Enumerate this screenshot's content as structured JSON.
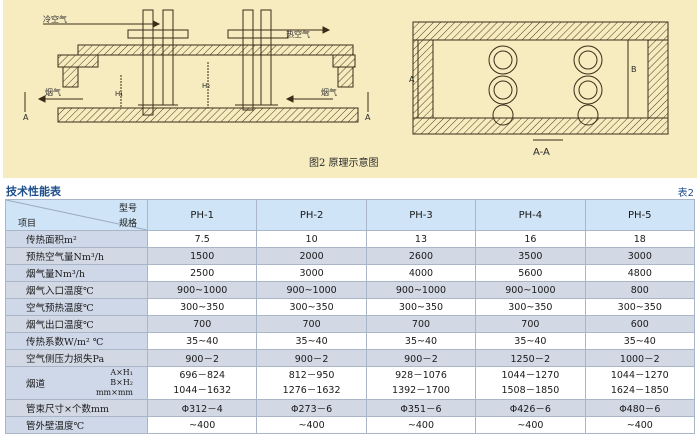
{
  "diagram": {
    "left_labels": {
      "cold_air": "冷空气",
      "hot_air": "热空气",
      "flue_gas_left": "烟气",
      "flue_gas_right": "烟气",
      "mark_a_left": "A",
      "mark_a_right": "A",
      "dim_h1": "H₁",
      "dim_h2": "H₂"
    },
    "right_labels": {
      "dim_a": "A",
      "dim_b": "B",
      "section": "A-A"
    },
    "caption": "图2 原理示意图"
  },
  "section_title": "技术性能表",
  "table_ref": "表2",
  "table": {
    "corner_model": "型号",
    "corner_spec": "规格",
    "corner_item": "项目",
    "models": [
      "PH-1",
      "PH-2",
      "PH-3",
      "PH-4",
      "PH-5"
    ],
    "rows": [
      {
        "label": "传热面积m²",
        "values": [
          "7.5",
          "10",
          "13",
          "16",
          "18"
        ]
      },
      {
        "label": "预热空气量Nm³/h",
        "values": [
          "1500",
          "2000",
          "2600",
          "3500",
          "3000"
        ]
      },
      {
        "label": "烟气量Nm³/h",
        "values": [
          "2500",
          "3000",
          "4000",
          "5600",
          "4800"
        ]
      },
      {
        "label": "烟气入口温度℃",
        "values": [
          "900~1000",
          "900~1000",
          "900~1000",
          "900~1000",
          "800"
        ]
      },
      {
        "label": "空气预热温度℃",
        "values": [
          "300~350",
          "300~350",
          "300~350",
          "300~350",
          "300~350"
        ]
      },
      {
        "label": "烟气出口温度℃",
        "values": [
          "700",
          "700",
          "700",
          "700",
          "600"
        ]
      },
      {
        "label": "传热系数W/m² ℃",
        "values": [
          "35~40",
          "35~40",
          "35~40",
          "35~40",
          "35~40"
        ]
      },
      {
        "label": "空气侧压力损失Pa",
        "values": [
          "900－2",
          "900－2",
          "900－2",
          "1250－2",
          "1000－2"
        ]
      }
    ],
    "flue": {
      "label": "烟道",
      "dims": [
        "A×H₁",
        "B×H₂",
        "mm×mm"
      ],
      "line1": [
        "696－824",
        "812－950",
        "928－1076",
        "1044－1270",
        "1044－1270"
      ],
      "line2": [
        "1044－1632",
        "1276－1632",
        "1392－1700",
        "1508－1850",
        "1624－1850"
      ]
    },
    "tail_rows": [
      {
        "label": "管束尺寸×个数mm",
        "values": [
          "Φ312－4",
          "Φ273－6",
          "Φ351－6",
          "Φ426－6",
          "Φ480－6"
        ]
      },
      {
        "label": "管外壁温度℃",
        "values": [
          "~400",
          "~400",
          "~400",
          "~400",
          "~400"
        ]
      }
    ]
  }
}
